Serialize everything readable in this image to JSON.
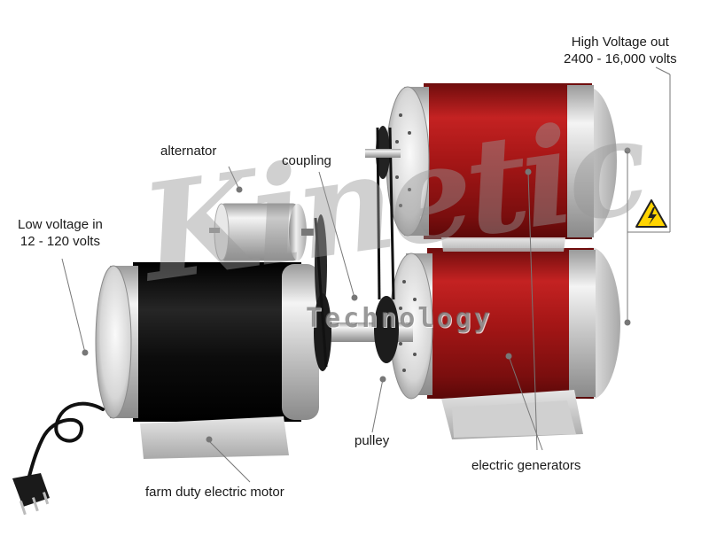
{
  "labels": {
    "high_voltage_line1": "High Voltage out",
    "high_voltage_line2": "2400 - 16,000 volts",
    "alternator": "alternator",
    "coupling": "coupling",
    "low_voltage_line1": "Low voltage in",
    "low_voltage_line2": "12 - 120 volts",
    "pulley": "pulley",
    "electric_generators": "electric generators",
    "farm_motor": "farm duty electric motor"
  },
  "watermark": {
    "script": "Kinetic",
    "subtitle": "Technology"
  },
  "colors": {
    "generator_red": "#b01818",
    "motor_black": "#111111",
    "metal": "#d8d8d8",
    "hazard_yellow": "#ffd400"
  },
  "icons": {
    "warning": "high-voltage-warning-icon"
  }
}
